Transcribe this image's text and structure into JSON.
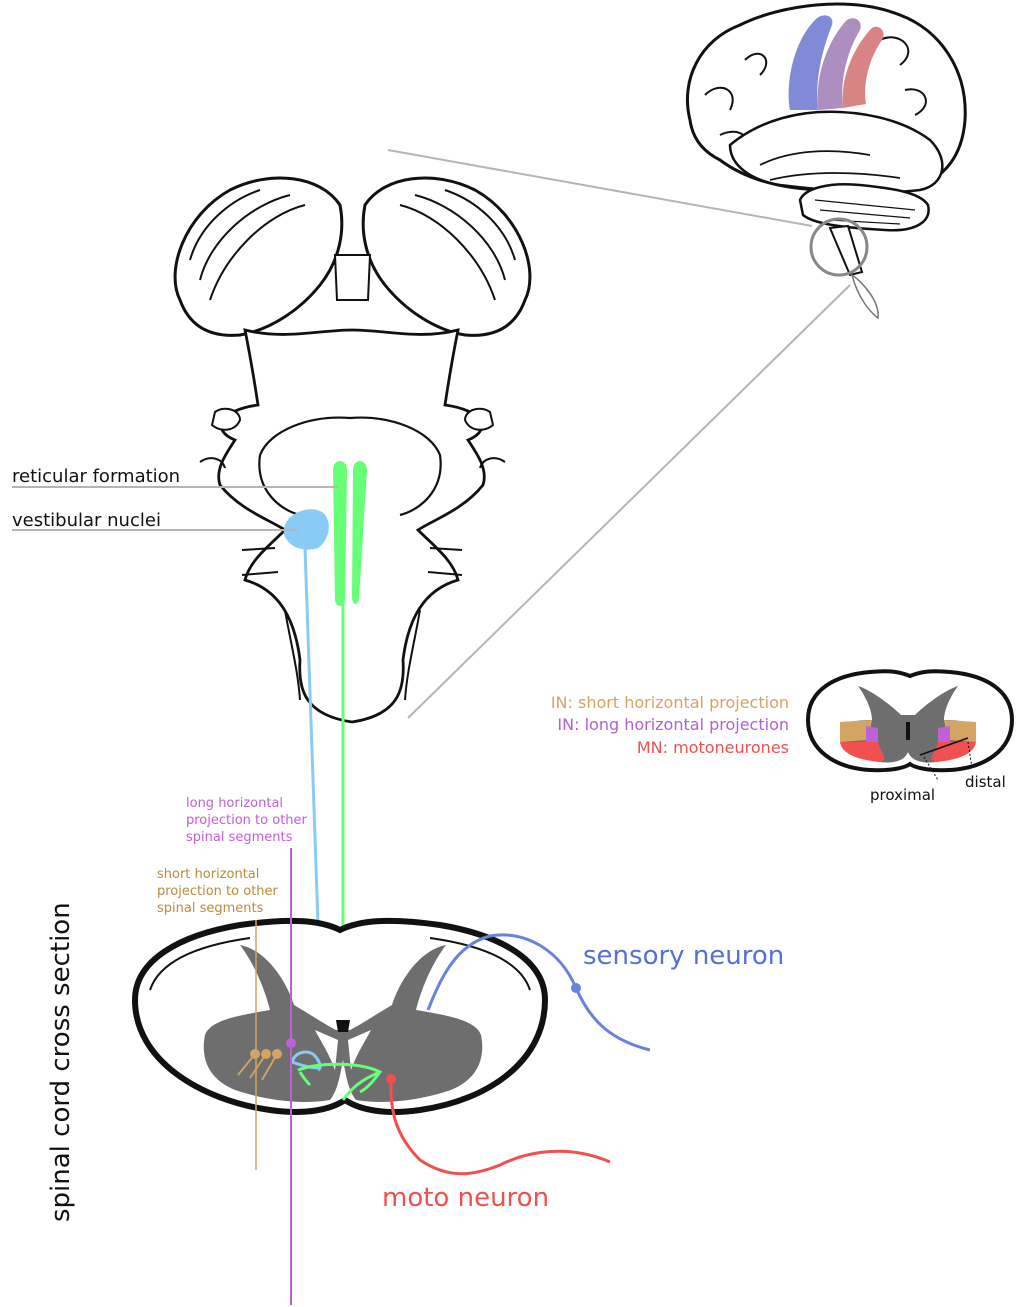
{
  "labels": {
    "reticular_formation": "reticular formation",
    "vestibular_nuclei": "vestibular nuclei",
    "long_horizontal": [
      "long horizontal",
      "projection to other",
      "spinal segments"
    ],
    "short_horizontal": [
      "short horizontal",
      "projection to other",
      "spinal segments"
    ],
    "spinal_cord_cross_section": "spinal cord cross section",
    "sensory_neuron": "sensory neuron",
    "moto_neuron": "moto neuron",
    "proximal": "proximal",
    "distal": "distal"
  },
  "legend": {
    "short": "IN: short horizontal projection",
    "long": "IN: long horizontal projection",
    "mn": "MN: motoneurones"
  },
  "colors": {
    "reticular": "#66ff77",
    "vestibular": "#88ccf5",
    "short_in": "#d4a463",
    "long_in": "#c060d8",
    "motoneuron": "#f05050",
    "sensory": "#6a82dc",
    "grey_matter": "#6e6e6e",
    "leader": "#b5b5b5"
  }
}
